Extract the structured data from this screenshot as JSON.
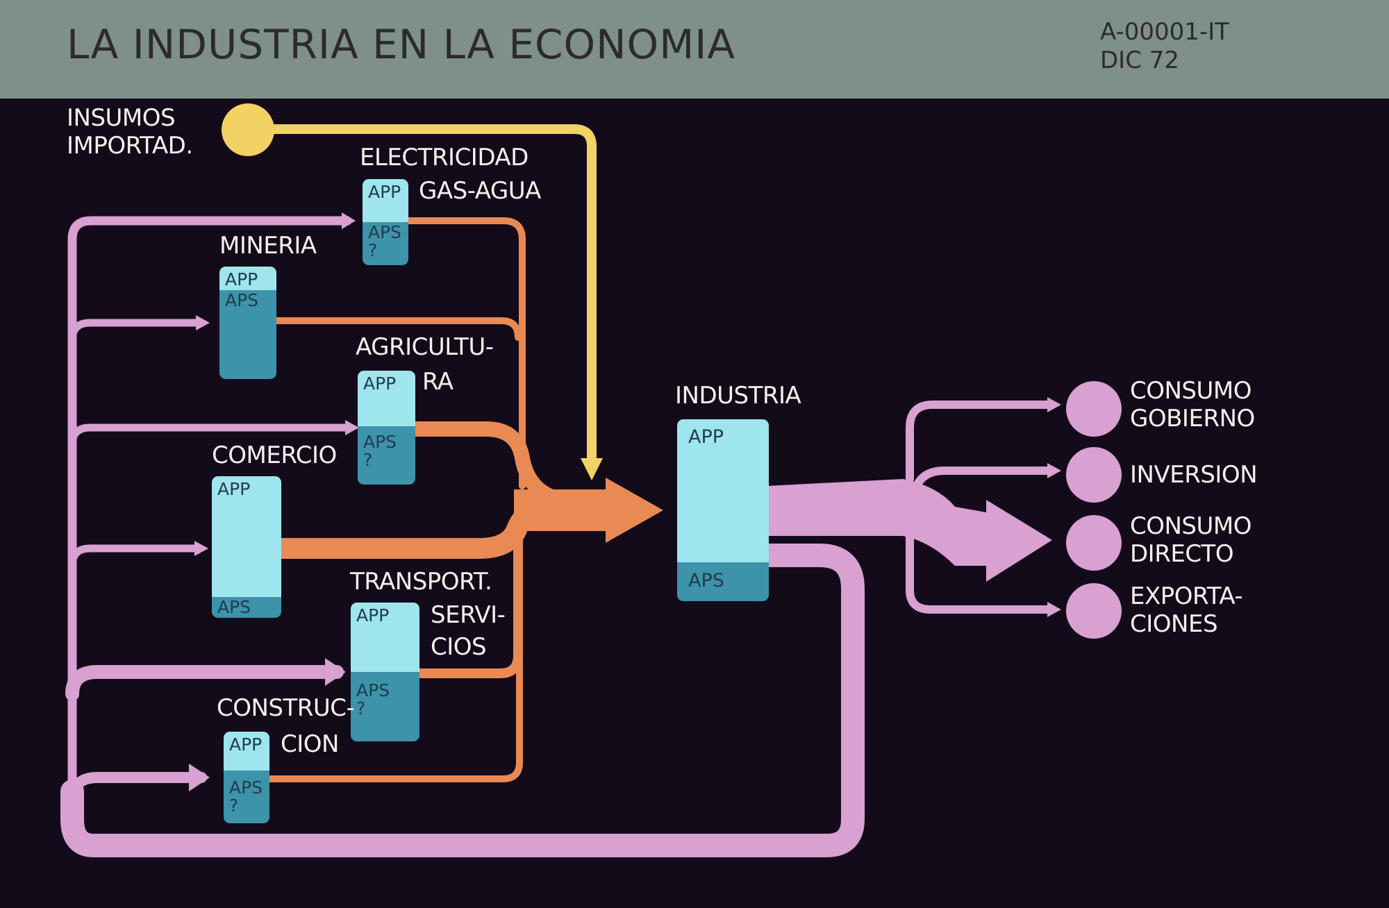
{
  "header": {
    "title": "LA INDUSTRIA EN LA ECONOMIA",
    "code_line1": "A-00001-IT",
    "code_line2": "DIC 72"
  },
  "colors": {
    "header_bg": "#7f9088",
    "background": "#140b1a",
    "pink_flow": "#d9a0d2",
    "orange_flow": "#e98a55",
    "yellow_flow": "#f2d264",
    "app_light": "#9fe5ee",
    "aps_dark": "#3d93aa"
  },
  "diagram": {
    "imports": {
      "line1": "INSUMOS",
      "line2": "IMPORTAD."
    },
    "sectors": {
      "electricidad": {
        "line1": "ELECTRICIDAD",
        "line2": "GAS-AGUA",
        "app": "APP",
        "aps": "APS",
        "q": "?"
      },
      "mineria": {
        "label": "MINERIA",
        "app": "APP",
        "aps": "APS"
      },
      "agricultura": {
        "line1": "AGRICULTU-",
        "line2": "RA",
        "app": "APP",
        "aps": "APS",
        "q": "?"
      },
      "comercio": {
        "label": "COMERCIO",
        "app": "APP",
        "aps": "APS"
      },
      "transporte": {
        "line1": "TRANSPORT.",
        "line2": "SERVI-",
        "line3": "CIOS",
        "app": "APP",
        "aps": "APS",
        "q": "?"
      },
      "construccion": {
        "line1": "CONSTRUC-",
        "line2": "CION",
        "app": "APP",
        "aps": "APS",
        "q": "?"
      }
    },
    "industria": {
      "label": "INDUSTRIA",
      "app": "APP",
      "aps": "APS"
    },
    "destinations": {
      "consumo_gobierno": {
        "line1": "CONSUMO",
        "line2": "GOBIERNO"
      },
      "inversion": {
        "label": "INVERSION"
      },
      "consumo_directo": {
        "line1": "CONSUMO",
        "line2": "DIRECTO"
      },
      "exportaciones": {
        "line1": "EXPORTA-",
        "line2": "CIONES"
      }
    }
  }
}
